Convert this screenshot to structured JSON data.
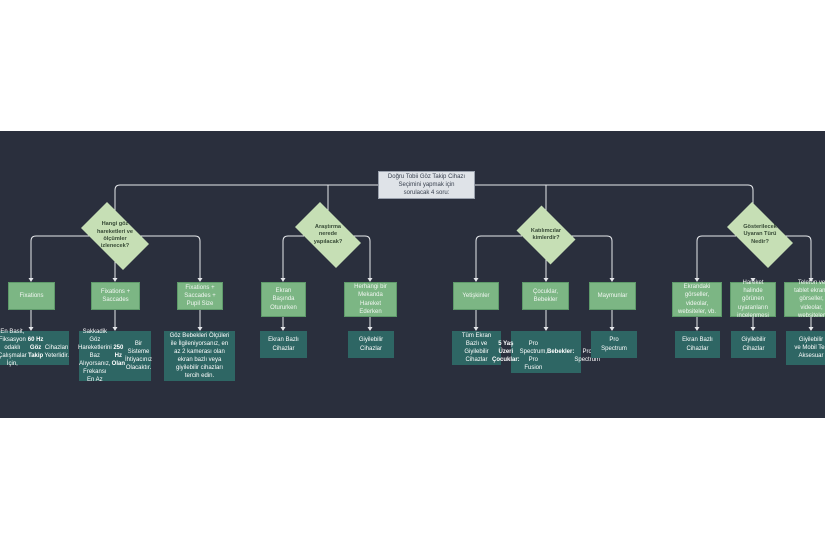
{
  "root": "Doğru Tobii Göz Takip Cihazı\nSeçimini yapmak için\nsorulacak 4 soru:",
  "questions": [
    "Hangi göz\nhareketleri ve\nölçümler\nizlenecek?",
    "Araştırma\nnerede\nyapılacak?",
    "Katılımcılar\nkimlerdir?",
    "Gösterilecek\nUyaran Türü\nNedir?"
  ],
  "options": [
    "Fixations",
    "Fixations +\nSaccades",
    "Fixations +\nSaccades +\nPupil Size",
    "Ekran\nBaşında\nOtururken",
    "Herhangi bir\nMekanda\nHareket\nEderken",
    "Yetişkinler",
    "Çocuklar,\nBebekler",
    "Maymunlar",
    "Ekrandaki\ngörseller,\nvideolar,\nwebsiteler, vb.",
    "Hareket\nhalinde\ngörünen\nuyaranların\nincelenmesi",
    "Telefon ve\ntablet ekranı,\ngörseller,\nvideolar,\nwebsiteler"
  ],
  "answers": [
    [
      "En Basit, Fiksasyon\n",
      "odaklı Çalışmalar İçin,\n",
      {
        "b": "60 Hz Göz Takip"
      },
      "\nCihazları Yeterlidir."
    ],
    [
      "Sakkadik Göz\nHareketlerini Baz\nAlıyorsanız, Frekansı\nEn Az ",
      {
        "b": "250 Hz Olan"
      },
      " Bir\nSisteme İhtiyacınız\nOlacaktır."
    ],
    [
      "Göz Bebekleri Ölçüleri\nile İlgileniyorsanız, en\naz 2 kamerası olan\nekran bazlı veya\ngiyilebilir cihazları\ntercih edin."
    ],
    [
      "Ekran Bazlı\nCihazlar"
    ],
    [
      "Giyilebilir\nCihazlar"
    ],
    [
      "Tüm Ekran\nBazlı ve\nGiyilebilir\nCihazlar"
    ],
    [
      {
        "b": "5 Yaş Üzeri Çocuklar:"
      },
      "\nPro Spectrum,\nPro Fusion\n",
      {
        "b": "Bebekler:"
      },
      "\nPro Spectrum"
    ],
    [
      "Pro\nSpectrum"
    ],
    [
      "Ekran Bazlı\nCihazlar"
    ],
    [
      "Giyilebilir\nCihazlar"
    ],
    [
      "Giyilebilir\nve Mobil Tes\nAksesuar"
    ]
  ]
}
